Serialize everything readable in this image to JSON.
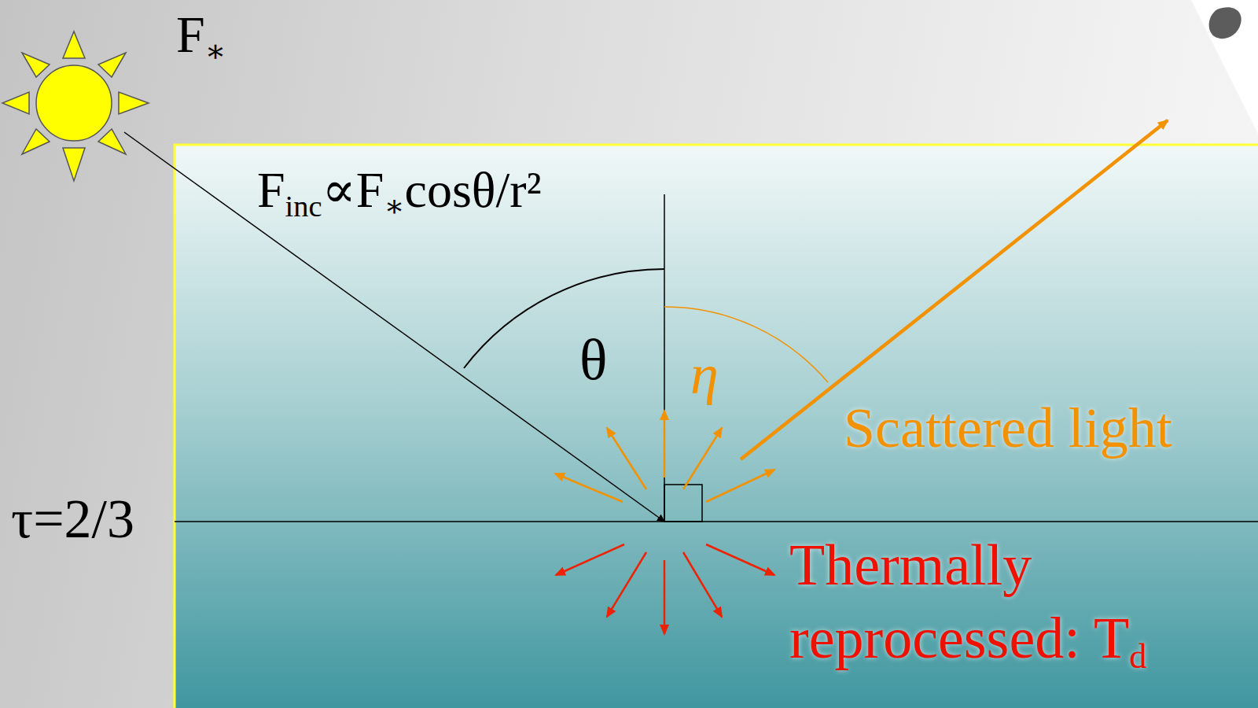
{
  "diagram": {
    "labels": [
      "F∗",
      "Finc∝F∗cosθ/r²",
      "θ",
      "η",
      "Scattered light",
      "τ=2/3",
      "Thermally reprocessed: Td"
    ]
  }
}
